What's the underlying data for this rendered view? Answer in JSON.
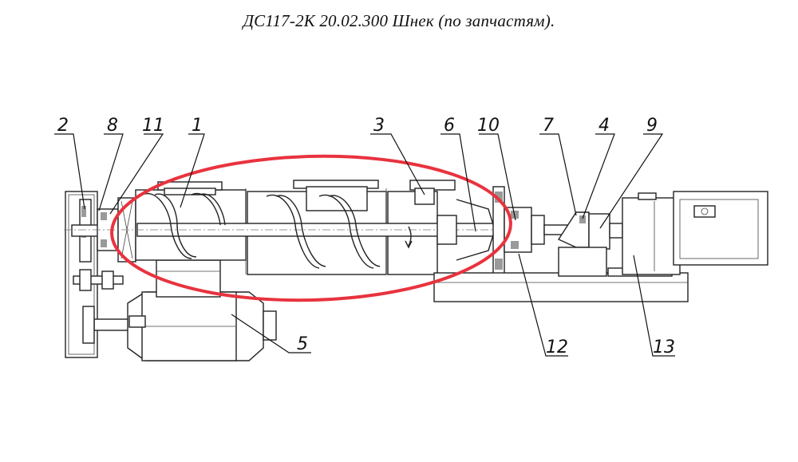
{
  "title": "ДС117-2К 20.02.300 Шнек (по запчастям).",
  "part_labels": {
    "p1": "1",
    "p2": "2",
    "p3": "3",
    "p4": "4",
    "p5": "5",
    "p6": "6",
    "p7": "7",
    "p8": "8",
    "p9": "9",
    "p10": "10",
    "p11": "11",
    "p12": "12",
    "p13": "13"
  },
  "highlight_color": "#e8333e"
}
